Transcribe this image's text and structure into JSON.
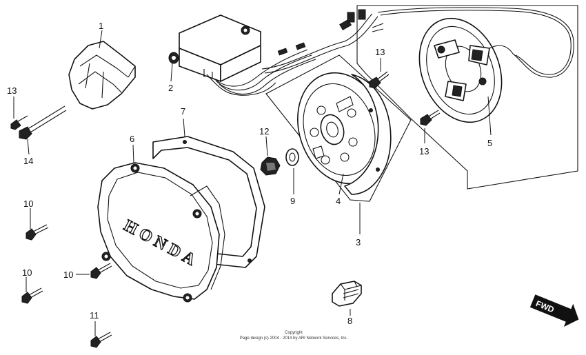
{
  "callouts": [
    "1",
    "2",
    "3",
    "4",
    "5",
    "6",
    "7",
    "8",
    "9",
    "10",
    "10",
    "10",
    "11",
    "12",
    "13",
    "13",
    "14"
  ],
  "cover_brand": "HONDA",
  "direction_label": "FWD",
  "copyright": {
    "line1": "Copyright",
    "line2": "Page design (c) 2004 - 2014 by ARI Network Services, Inc."
  }
}
